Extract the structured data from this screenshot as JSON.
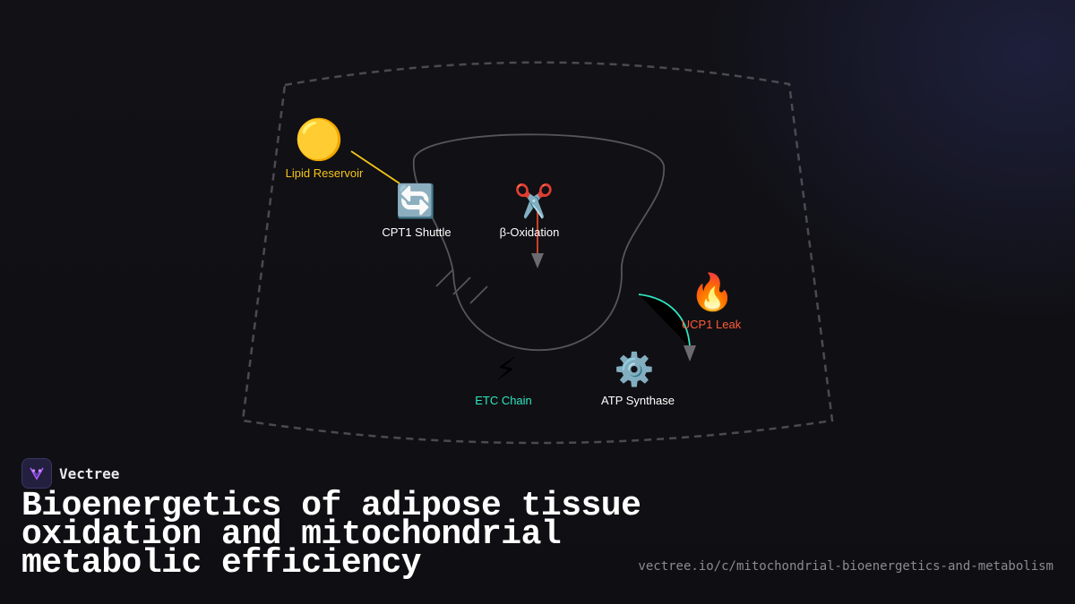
{
  "diagram": {
    "nodes": {
      "lipid": {
        "icon": "🟡",
        "label": "Lipid Reservoir",
        "color": "#f5c518"
      },
      "cpt1": {
        "icon": "🔄",
        "label": "CPT1 Shuttle",
        "color": "#ffffff"
      },
      "beta": {
        "icon": "✂️",
        "label": "β-Oxidation",
        "color": "#ffffff"
      },
      "ucp1": {
        "icon": "🔥",
        "label": "UCP1 Leak",
        "color": "#ff5a36"
      },
      "etc": {
        "icon": "⚡",
        "label": "ETC Chain",
        "color": "#2ee6c0"
      },
      "atp": {
        "icon": "⚙️",
        "label": "ATP Synthase",
        "color": "#ffffff"
      }
    },
    "colors": {
      "outer_membrane": "#4a4a52",
      "inner_membrane": "#55555c",
      "lipid_link": "#f5c518",
      "oxidation_arrow": "#e0452a",
      "leak_curve": "#2ee6c0",
      "arrowhead": "#6a6a70"
    }
  },
  "brand": {
    "name": "Vectree",
    "logo_icon": "vectree-logo-icon",
    "accent": "#b15cff"
  },
  "title": "Bioenergetics of adipose tissue oxidation and mitochondrial metabolic efficiency",
  "url": "vectree.io/c/mitochondrial-bioenergetics-and-metabolism"
}
